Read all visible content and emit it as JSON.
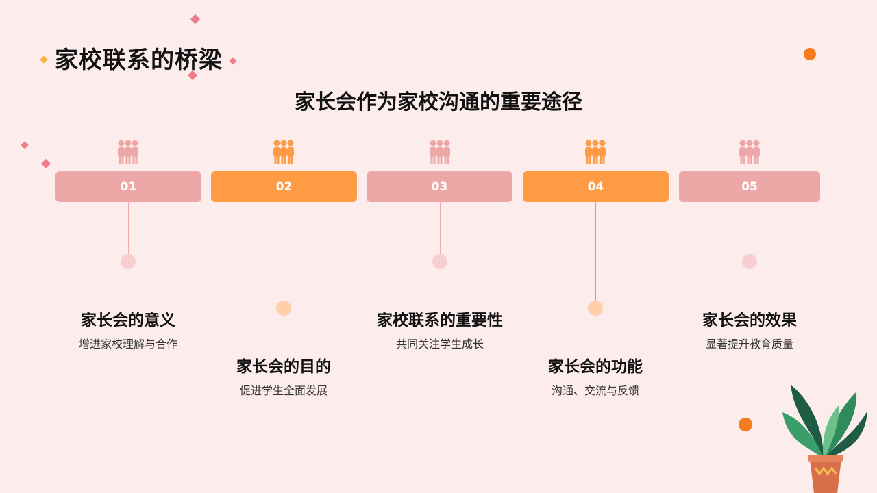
{
  "title": "家校联系的桥梁",
  "subtitle": "家长会作为家校沟通的重要途径",
  "colors": {
    "background": "#fcecec",
    "pink": "#eea7a7",
    "orange": "#ff9a45",
    "accent_orange": "#f57c1f"
  },
  "icons": {
    "step": "people-group-icon",
    "decor": "sparkle-icon",
    "plant": "potted-plant-icon"
  },
  "steps": [
    {
      "number": "01",
      "heading": "家长会的意义",
      "description": "增进家校理解与合作"
    },
    {
      "number": "02",
      "heading": "家长会的目的",
      "description": "促进学生全面发展"
    },
    {
      "number": "03",
      "heading": "家校联系的重要性",
      "description": "共同关注学生成长"
    },
    {
      "number": "04",
      "heading": "家长会的功能",
      "description": "沟通、交流与反馈"
    },
    {
      "number": "05",
      "heading": "家长会的效果",
      "description": "显著提升教育质量"
    }
  ]
}
